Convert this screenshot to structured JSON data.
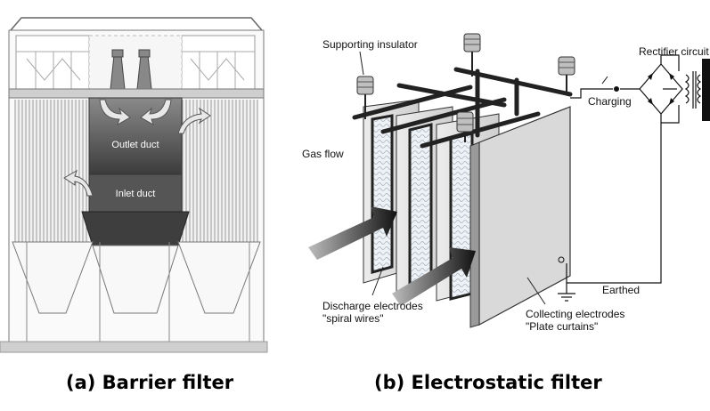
{
  "panel_a": {
    "caption": "(a) Barrier filter",
    "outlet_label": "Outlet duct",
    "inlet_label": "Inlet duct"
  },
  "panel_b": {
    "caption": "(b) Electrostatic filter",
    "supporting_insulator": "Supporting insulator",
    "gas_flow": "Gas flow",
    "charging": "Charging",
    "rectifier": "Rectifier circuit",
    "earthed": "Earthed",
    "discharge_line1": "Discharge electrodes",
    "discharge_line2": "\"spiral wires\"",
    "collecting_line1": "Collecting electrodes",
    "collecting_line2": "\"Plate curtains\""
  }
}
